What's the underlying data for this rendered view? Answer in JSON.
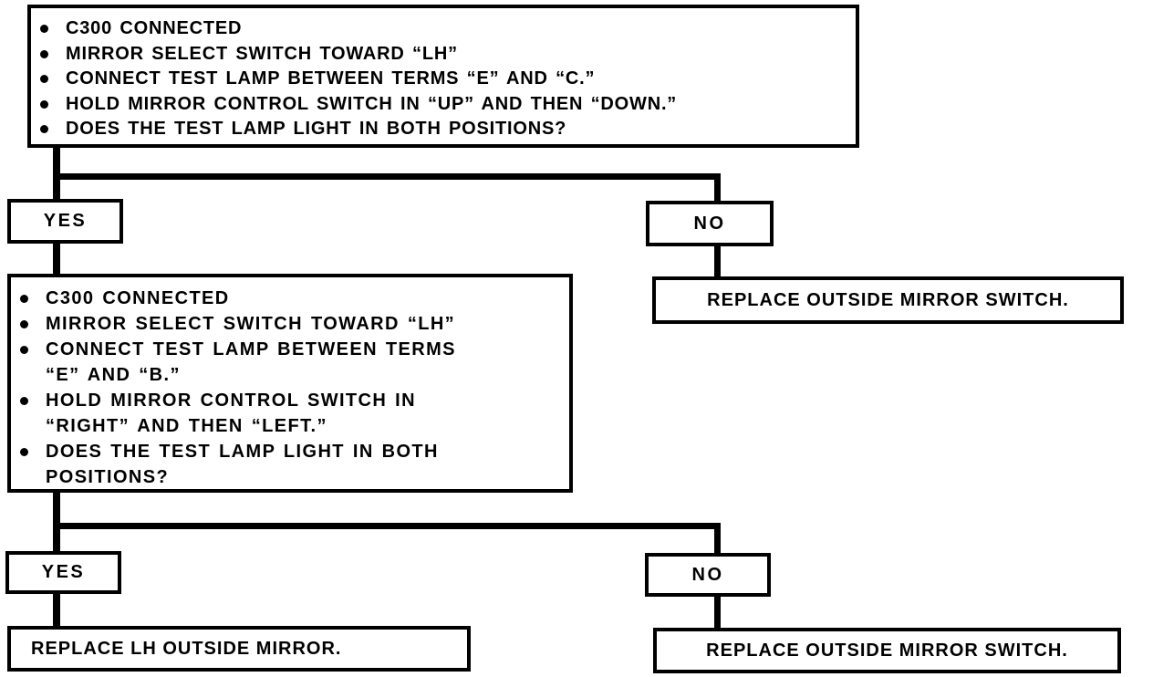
{
  "colors": {
    "ink": "#000000",
    "paper": "#ffffff"
  },
  "flowchart": {
    "step1": {
      "bullets": [
        "C300 CONNECTED",
        "MIRROR SELECT SWITCH TOWARD “LH”",
        "CONNECT TEST LAMP BETWEEN TERMS “E” AND “C.”",
        "HOLD MIRROR CONTROL SWITCH IN “UP” AND THEN “DOWN.”",
        "DOES THE TEST LAMP LIGHT IN BOTH POSITIONS?"
      ]
    },
    "branch1": {
      "yes_label": "YES",
      "no_label": "NO",
      "no_result": "REPLACE OUTSIDE MIRROR SWITCH."
    },
    "step2": {
      "bullets": [
        "C300 CONNECTED",
        "MIRROR SELECT SWITCH TOWARD “LH”",
        "CONNECT TEST LAMP BETWEEN TERMS\n“E” AND “B.”",
        "HOLD MIRROR CONTROL SWITCH IN\n“RIGHT” AND THEN “LEFT.”",
        "DOES THE TEST LAMP LIGHT IN BOTH\nPOSITIONS?"
      ]
    },
    "branch2": {
      "yes_label": "YES",
      "no_label": "NO",
      "yes_result": "REPLACE LH OUTSIDE MIRROR.",
      "no_result": "REPLACE OUTSIDE MIRROR SWITCH."
    }
  }
}
